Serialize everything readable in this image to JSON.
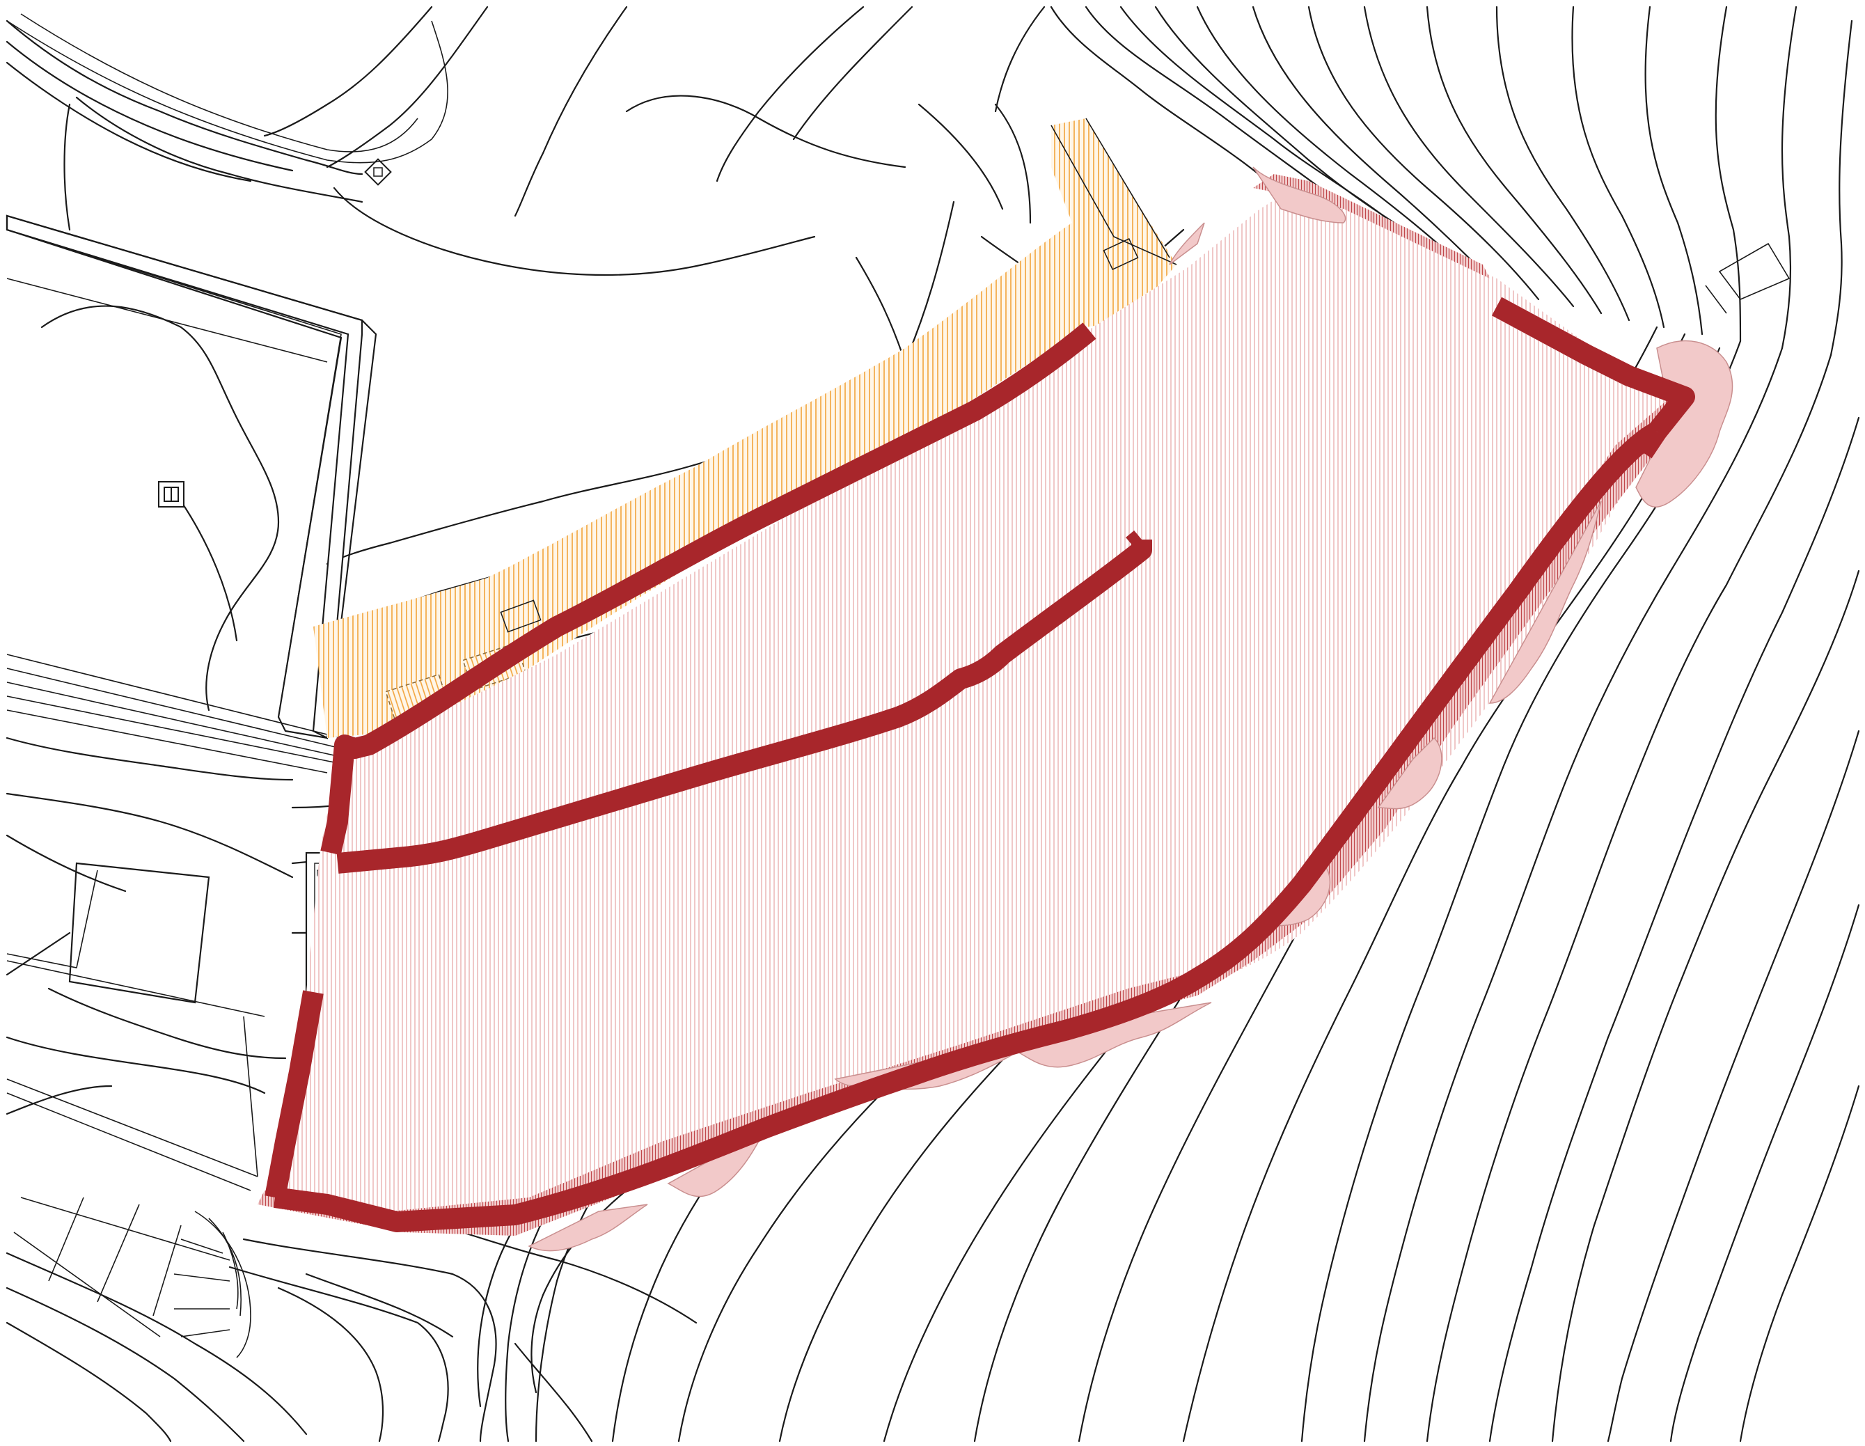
{
  "map": {
    "kind": "topographic site plan",
    "colors": {
      "wall": "#a8262b",
      "enclosure_hatch": "#e7a3a3",
      "rock_outcrop": "#f2c9c9",
      "adjacent_area_hatch": "#f2a33a",
      "contour_line": "#1a1a1a",
      "background": "#ffffff"
    },
    "layers": [
      "contour-lines",
      "buildings",
      "adjacent-area",
      "enclosure-interior",
      "rock-outcrops",
      "enclosure-walls"
    ],
    "symbols": [
      "tower-symbol",
      "well-symbol",
      "stair-symbol",
      "gate-symbol"
    ]
  }
}
